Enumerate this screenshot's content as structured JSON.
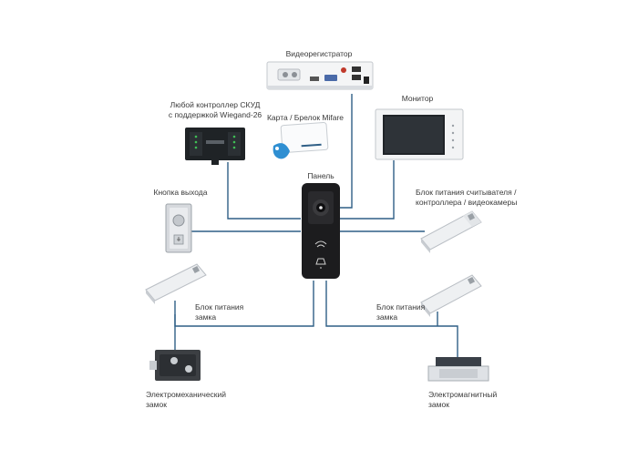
{
  "colors": {
    "connection": "#2f5f86",
    "panel_body": "#1c1c1e",
    "device_white": "#eef0f2",
    "device_shadow": "#b9bec4"
  },
  "labels": {
    "recorder": "Видеорегистратор",
    "controller_line1": "Любой контроллер СКУД",
    "controller_line2": "с поддержкой Wiegand-26",
    "card": "Карта / Брелок Mifare",
    "monitor": "Монитор",
    "panel": "Панель",
    "exit_button": "Кнопка выхода",
    "psu_reader_line1": "Блок питания считывателя /",
    "psu_reader_line2": "контроллера / видеокамеры",
    "psu_lock_left_line1": "Блок питания",
    "psu_lock_left_line2": "замка",
    "psu_lock_right_line1": "Блок питания",
    "psu_lock_right_line2": "замка",
    "em_lock_line1": "Электромеханический",
    "em_lock_line2": "замок",
    "mag_lock_line1": "Электромагнитный",
    "mag_lock_line2": "замок"
  },
  "icons": {
    "recorder": "dvr-recorder-icon",
    "controller": "access-controller-icon",
    "card": "mifare-card-keyfob-icon",
    "monitor": "video-monitor-icon",
    "panel": "intercom-panel-icon",
    "exit_button": "exit-button-icon",
    "psu": "power-supply-icon",
    "em_lock": "electromechanical-lock-icon",
    "mag_lock": "electromagnetic-lock-icon"
  }
}
